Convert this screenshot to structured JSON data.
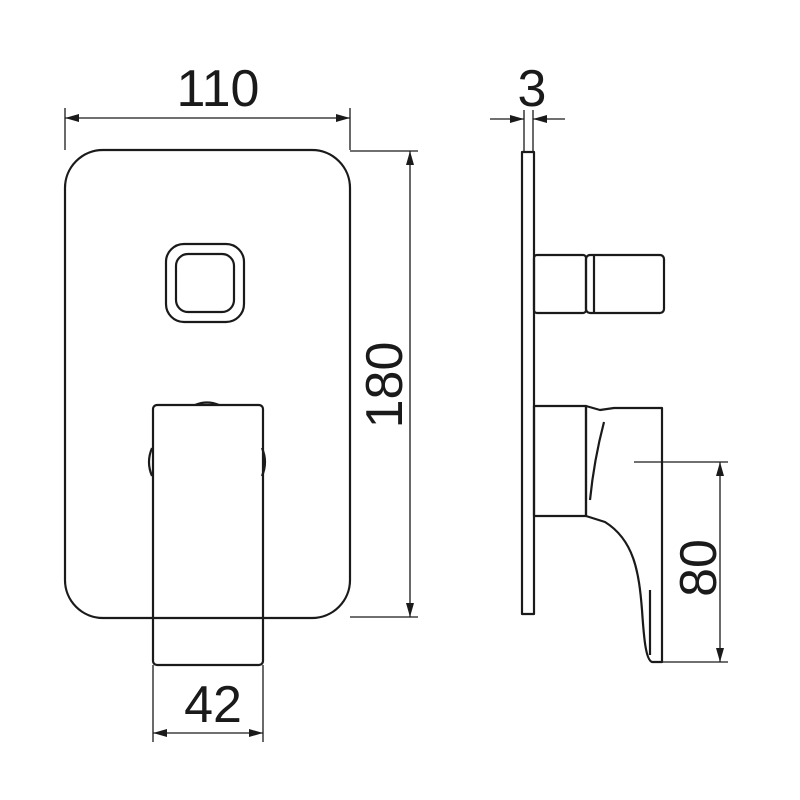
{
  "dimensions": {
    "plate_width": "110",
    "plate_height": "180",
    "handle_width": "42",
    "plate_thickness": "3",
    "handle_projection": "80"
  }
}
